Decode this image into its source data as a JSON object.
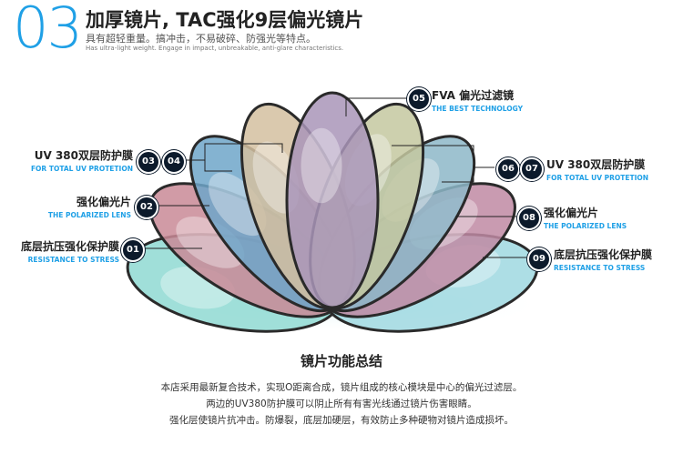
{
  "header": {
    "number": "03",
    "title": "加厚镜片, TAC强化9层偏光镜片",
    "subtitle": "具有超轻重量。搞冲击，不易破碎、防强光等特点。",
    "subtitle_en": "Has ultra-light weight. Engage in impact, unbreakable, anti-glare characteristics."
  },
  "layers": [
    {
      "badge": "01",
      "cn": "底层抗压强化保护膜",
      "en": "RESISTANCE TO STRESS"
    },
    {
      "badge": "02",
      "cn": "强化偏光片",
      "en": "THE POLARIZED LENS"
    },
    {
      "badge": "03",
      "cn": "UV 380双层防护膜",
      "en": "FOR TOTAL UV PROTETION"
    },
    {
      "badge": "04",
      "cn": "",
      "en": ""
    },
    {
      "badge": "05",
      "cn": "FVA 偏光过滤镜",
      "en": "THE BEST TECHNOLOGY"
    },
    {
      "badge": "06",
      "cn": "",
      "en": ""
    },
    {
      "badge": "07",
      "cn": "UV 380双层防护膜",
      "en": "FOR TOTAL UV PROTETION"
    },
    {
      "badge": "08",
      "cn": "强化偏光片",
      "en": "THE POLARIZED LENS"
    },
    {
      "badge": "09",
      "cn": "底层抗压强化保护膜",
      "en": "RESISTANCE TO STRESS"
    }
  ],
  "summary": {
    "title": "镜片功能总结",
    "lines": [
      "本店采用最新复合技术，实现O距离合成，镜片组成的核心模块是中心的偏光过滤层。",
      "两边的UV380防护膜可以阴止所有有害光线通过镜片伤害眼睛。",
      "强化层使镜片抗冲击。防爆裂，底层加硬层，有效防止多种硬物对镜片造成损坏。"
    ]
  },
  "colors": {
    "accent": "#1fa0e6",
    "badge_bg": "#0c1a2b",
    "lens_colors": [
      "#8fd9d2",
      "#c98a96",
      "#6fa6c9",
      "#d3c0a0",
      "#a995b8",
      "#c4c8a0",
      "#8db7c8",
      "#c08aa3",
      "#9fd8e0"
    ]
  }
}
